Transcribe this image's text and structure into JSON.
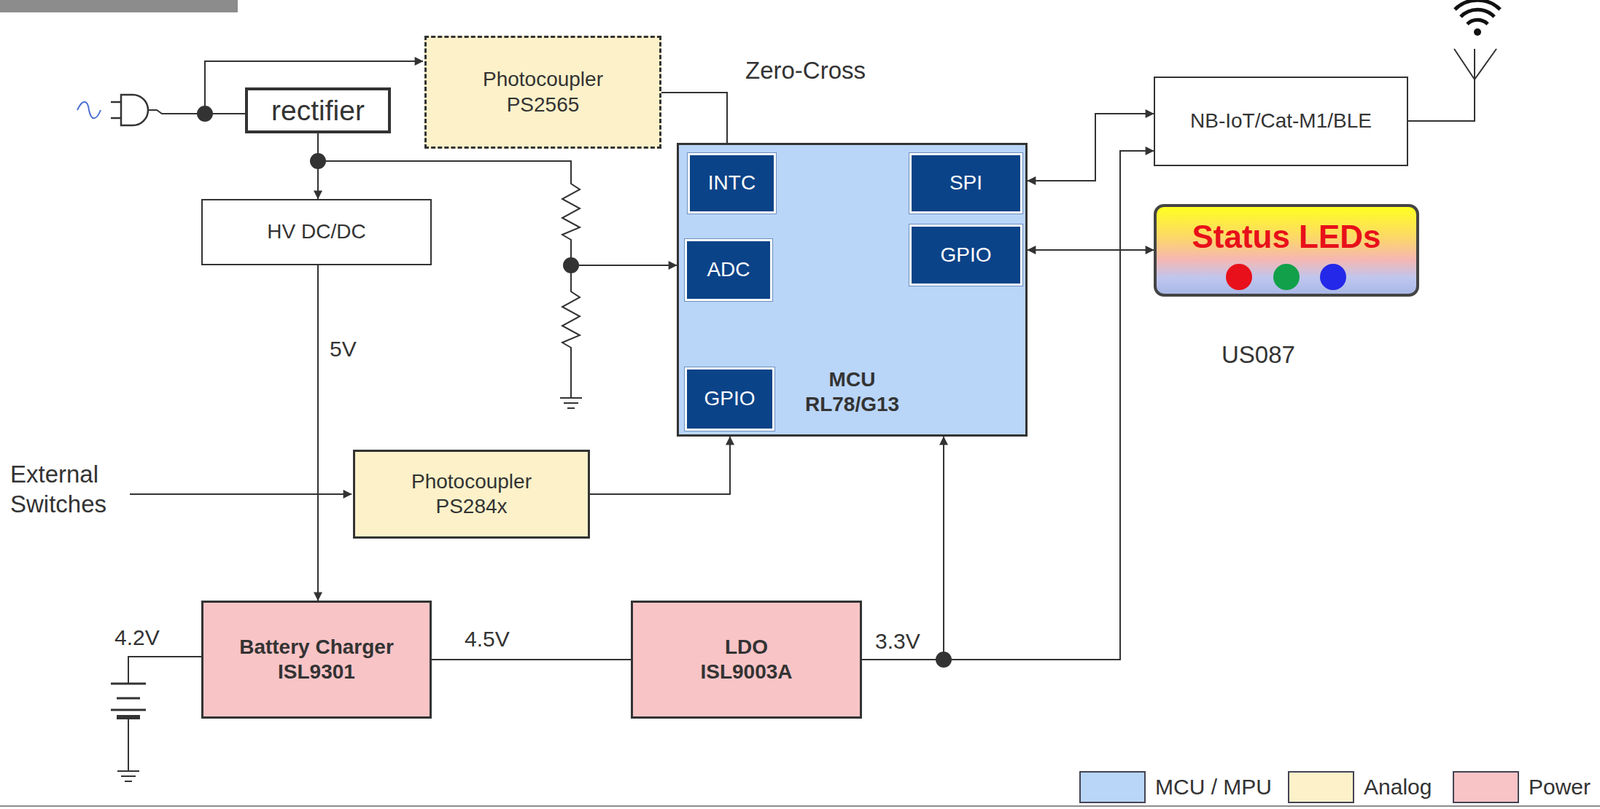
{
  "diagram": {
    "nodes": [
      {
        "text": [
          "Photocoupler PS2565"
        ]
      },
      {
        "text": [
          "rectifier"
        ]
      },
      {
        "text": [
          "MCU RL78/G13"
        ]
      },
      {
        "text": [
          "INTC"
        ],
        "in": 2
      },
      {
        "text": [
          "SPI"
        ],
        "in": 2
      },
      {
        "text": [
          "ADC"
        ],
        "in": 2
      },
      {
        "text": [
          "GPIO"
        ],
        "in": 2
      },
      {
        "text": [
          "GPIO"
        ],
        "in": 2
      },
      {
        "text": [
          "NB-IoT/Cat-M1/BLE"
        ]
      },
      {
        "text": [
          "Status LEDs"
        ]
      },
      {
        "text": [
          "HV DC/DC"
        ]
      },
      {
        "text": [
          "Photocoupler PS284x"
        ]
      },
      {
        "text": [
          "Battery Charger ISL9301"
        ]
      },
      {
        "text": [
          "LDO ISL9003A"
        ]
      }
    ],
    "edges": [
      {
        "from": 0,
        "to": 2,
        "arrow": "none"
      },
      {
        "from": 1,
        "to": 10,
        "arrow": "to"
      },
      {
        "from": 1,
        "to": 2,
        "arrow": "to"
      },
      {
        "from": 10,
        "to": 12,
        "arrow": "to"
      },
      {
        "from": 11,
        "to": 2,
        "arrow": "to"
      },
      {
        "from": 12,
        "to": 13,
        "arrow": "none"
      },
      {
        "from": 13,
        "to": 2,
        "arrow": "to"
      },
      {
        "from": 13,
        "to": 8,
        "arrow": "to"
      },
      {
        "from": 2,
        "to": 8,
        "arrow": "both"
      },
      {
        "from": 2,
        "to": 9,
        "arrow": "both"
      }
    ],
    "labels": [
      "Zero-Cross",
      "5V",
      "US087",
      "External Switches",
      "4.2V",
      "4.5V",
      "3.3V"
    ],
    "legend": [
      {
        "text": "MCU / MPU",
        "color": "#b9d5f8"
      },
      {
        "text": "Analog",
        "color": "#fcf1c9"
      },
      {
        "text": "Power",
        "color": "#f9c4c6"
      }
    ]
  }
}
